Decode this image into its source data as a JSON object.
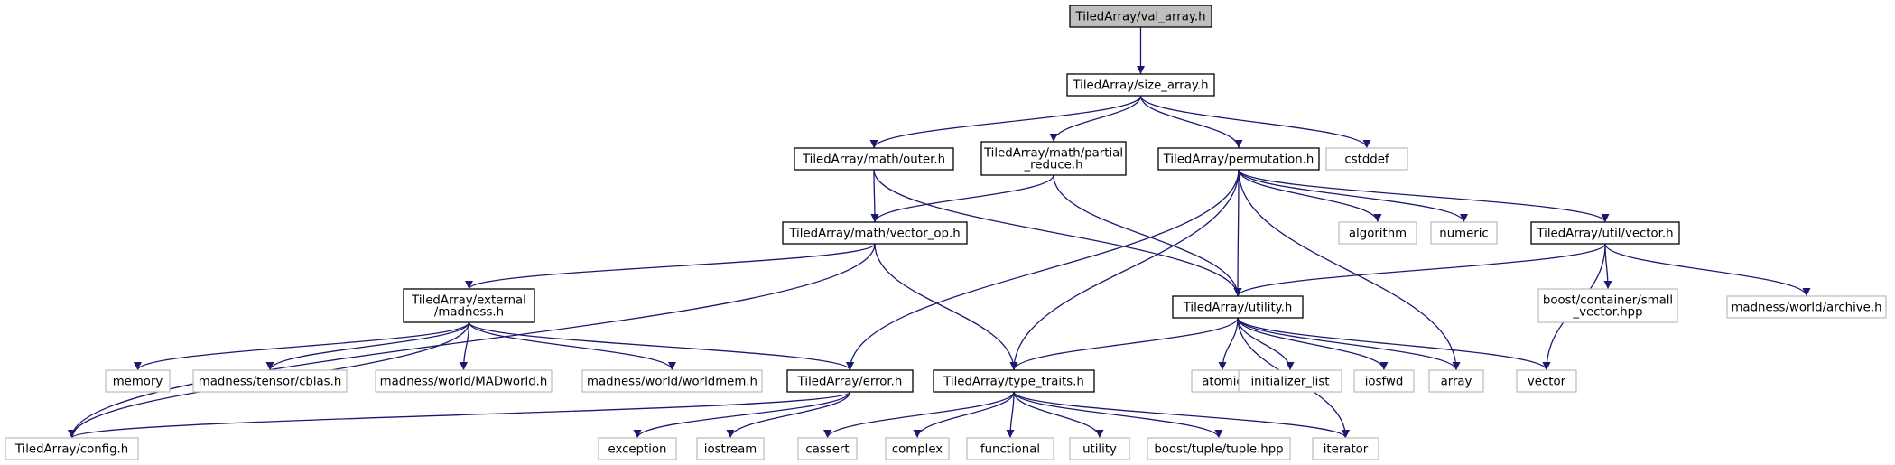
{
  "graph": {
    "edge_color": "#191970",
    "header_fill": "#bfbfbf",
    "external_border": "#bfbfbf",
    "nodes": [
      {
        "id": "val_array",
        "label": [
          "TiledArray/val_array.h"
        ],
        "kind": "header"
      },
      {
        "id": "size_array",
        "label": [
          "TiledArray/size_array.h"
        ],
        "kind": "project"
      },
      {
        "id": "outer",
        "label": [
          "TiledArray/math/outer.h"
        ],
        "kind": "project"
      },
      {
        "id": "partial_reduce",
        "label": [
          "TiledArray/math/partial",
          "_reduce.h"
        ],
        "kind": "project"
      },
      {
        "id": "permutation",
        "label": [
          "TiledArray/permutation.h"
        ],
        "kind": "project"
      },
      {
        "id": "cstddef",
        "label": [
          "cstddef"
        ],
        "kind": "external"
      },
      {
        "id": "vector_op",
        "label": [
          "TiledArray/math/vector_op.h"
        ],
        "kind": "project"
      },
      {
        "id": "algorithm",
        "label": [
          "algorithm"
        ],
        "kind": "external"
      },
      {
        "id": "numeric",
        "label": [
          "numeric"
        ],
        "kind": "external"
      },
      {
        "id": "util_vector",
        "label": [
          "TiledArray/util/vector.h"
        ],
        "kind": "project"
      },
      {
        "id": "ext_madness",
        "label": [
          "TiledArray/external",
          "/madness.h"
        ],
        "kind": "project"
      },
      {
        "id": "utility",
        "label": [
          "TiledArray/utility.h"
        ],
        "kind": "project"
      },
      {
        "id": "small_vector",
        "label": [
          "boost/container/small",
          "_vector.hpp"
        ],
        "kind": "external"
      },
      {
        "id": "archive",
        "label": [
          "madness/world/archive.h"
        ],
        "kind": "external"
      },
      {
        "id": "memory",
        "label": [
          "memory"
        ],
        "kind": "external"
      },
      {
        "id": "cblas",
        "label": [
          "madness/tensor/cblas.h"
        ],
        "kind": "external"
      },
      {
        "id": "madworld",
        "label": [
          "madness/world/MADworld.h"
        ],
        "kind": "external"
      },
      {
        "id": "worldmem",
        "label": [
          "madness/world/worldmem.h"
        ],
        "kind": "external"
      },
      {
        "id": "error",
        "label": [
          "TiledArray/error.h"
        ],
        "kind": "project"
      },
      {
        "id": "type_traits",
        "label": [
          "TiledArray/type_traits.h"
        ],
        "kind": "project"
      },
      {
        "id": "atomic",
        "label": [
          "atomic"
        ],
        "kind": "external"
      },
      {
        "id": "initializer_list",
        "label": [
          "initializer_list"
        ],
        "kind": "external"
      },
      {
        "id": "iosfwd",
        "label": [
          "iosfwd"
        ],
        "kind": "external"
      },
      {
        "id": "array",
        "label": [
          "array"
        ],
        "kind": "external"
      },
      {
        "id": "vector",
        "label": [
          "vector"
        ],
        "kind": "external"
      },
      {
        "id": "config",
        "label": [
          "TiledArray/config.h"
        ],
        "kind": "external"
      },
      {
        "id": "exception",
        "label": [
          "exception"
        ],
        "kind": "external"
      },
      {
        "id": "iostream",
        "label": [
          "iostream"
        ],
        "kind": "external"
      },
      {
        "id": "cassert",
        "label": [
          "cassert"
        ],
        "kind": "external"
      },
      {
        "id": "complex",
        "label": [
          "complex"
        ],
        "kind": "external"
      },
      {
        "id": "functional",
        "label": [
          "functional"
        ],
        "kind": "external"
      },
      {
        "id": "utility_std",
        "label": [
          "utility"
        ],
        "kind": "external"
      },
      {
        "id": "tuple",
        "label": [
          "boost/tuple/tuple.hpp"
        ],
        "kind": "external"
      },
      {
        "id": "iterator",
        "label": [
          "iterator"
        ],
        "kind": "external"
      }
    ],
    "edges": [
      [
        "val_array",
        "size_array"
      ],
      [
        "size_array",
        "outer"
      ],
      [
        "size_array",
        "partial_reduce"
      ],
      [
        "size_array",
        "permutation"
      ],
      [
        "size_array",
        "cstddef"
      ],
      [
        "outer",
        "vector_op"
      ],
      [
        "outer",
        "utility"
      ],
      [
        "partial_reduce",
        "vector_op"
      ],
      [
        "partial_reduce",
        "utility"
      ],
      [
        "permutation",
        "algorithm"
      ],
      [
        "permutation",
        "numeric"
      ],
      [
        "permutation",
        "util_vector"
      ],
      [
        "permutation",
        "utility"
      ],
      [
        "permutation",
        "error"
      ],
      [
        "permutation",
        "type_traits"
      ],
      [
        "permutation",
        "array"
      ],
      [
        "vector_op",
        "ext_madness"
      ],
      [
        "vector_op",
        "type_traits"
      ],
      [
        "vector_op",
        "config"
      ],
      [
        "util_vector",
        "utility"
      ],
      [
        "util_vector",
        "small_vector"
      ],
      [
        "util_vector",
        "archive"
      ],
      [
        "util_vector",
        "vector"
      ],
      [
        "ext_madness",
        "memory"
      ],
      [
        "ext_madness",
        "cblas"
      ],
      [
        "ext_madness",
        "madworld"
      ],
      [
        "ext_madness",
        "worldmem"
      ],
      [
        "ext_madness",
        "error"
      ],
      [
        "ext_madness",
        "config"
      ],
      [
        "utility",
        "type_traits"
      ],
      [
        "utility",
        "atomic"
      ],
      [
        "utility",
        "initializer_list"
      ],
      [
        "utility",
        "iosfwd"
      ],
      [
        "utility",
        "array"
      ],
      [
        "utility",
        "vector"
      ],
      [
        "utility",
        "iterator"
      ],
      [
        "error",
        "config"
      ],
      [
        "error",
        "exception"
      ],
      [
        "error",
        "iostream"
      ],
      [
        "type_traits",
        "cassert"
      ],
      [
        "type_traits",
        "complex"
      ],
      [
        "type_traits",
        "functional"
      ],
      [
        "type_traits",
        "utility_std"
      ],
      [
        "type_traits",
        "tuple"
      ],
      [
        "type_traits",
        "iterator"
      ]
    ]
  }
}
